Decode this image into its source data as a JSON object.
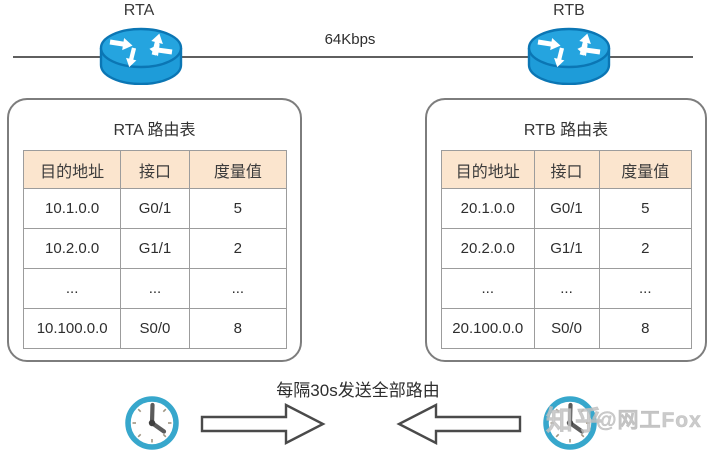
{
  "diagram": {
    "routers": [
      {
        "name": "RTA"
      },
      {
        "name": "RTB"
      }
    ],
    "link_label": "64Kbps"
  },
  "tables": [
    {
      "title": "RTA 路由表",
      "headers": [
        "目的地址",
        "接口",
        "度量值"
      ],
      "rows": [
        [
          "10.1.0.0",
          "G0/1",
          "5"
        ],
        [
          "10.2.0.0",
          "G1/1",
          "2"
        ],
        [
          "...",
          "...",
          "..."
        ],
        [
          "10.100.0.0",
          "S0/0",
          "8"
        ]
      ]
    },
    {
      "title": "RTB 路由表",
      "headers": [
        "目的地址",
        "接口",
        "度量值"
      ],
      "rows": [
        [
          "20.1.0.0",
          "G0/1",
          "5"
        ],
        [
          "20.2.0.0",
          "G1/1",
          "2"
        ],
        [
          "...",
          "...",
          "..."
        ],
        [
          "20.100.0.0",
          "S0/0",
          "8"
        ]
      ]
    }
  ],
  "footer": {
    "caption": "每隔30s发送全部路由",
    "watermark_logo": "知乎",
    "watermark_author": "@网工Fox"
  },
  "icons": {
    "router": "router-icon",
    "clock": "clock-icon",
    "arrow_right": "arrow-right-icon",
    "arrow_left": "arrow-left-icon"
  },
  "colors": {
    "router_blue": "#1E9CD9",
    "router_top_blue": "#25A4DF",
    "router_outline": "#0B76B4",
    "clock_ring": "#37A7CC",
    "table_header_bg": "#FBE5CE",
    "table_border": "#9C9C9C",
    "panel_border": "#7D7D7D",
    "link_line": "#5F5F5F",
    "watermark_gray": "#C9C9C9"
  }
}
